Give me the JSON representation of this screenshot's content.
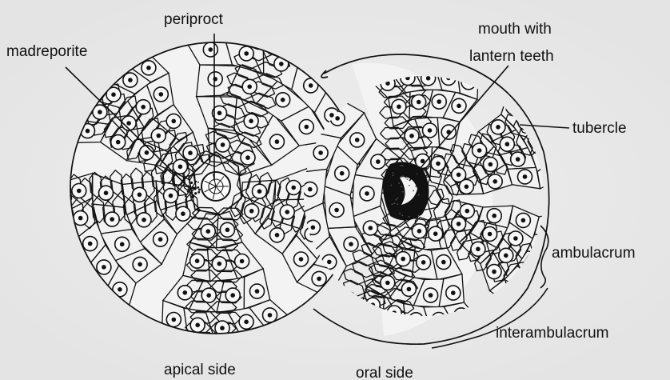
{
  "figure": {
    "labels": {
      "periproct": "periproct",
      "madreporite": "madreporite",
      "mouth_line1": "mouth with",
      "mouth_line2": "lantern teeth",
      "tubercle": "tubercle",
      "ambulacrum": "ambulacrum",
      "interambulacrum": "interambulacrum",
      "apical_side": "apical side",
      "oral_side": "oral side"
    },
    "colors": {
      "background": "#e9e9e9",
      "ink": "#111111",
      "plate_fill": "#f2f2f2"
    },
    "views": [
      "apical",
      "oral"
    ]
  }
}
